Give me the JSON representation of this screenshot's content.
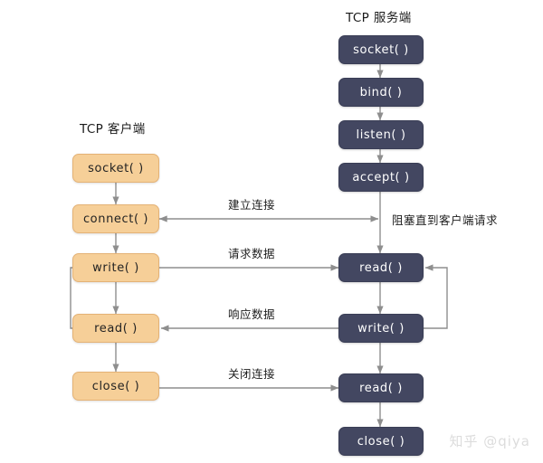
{
  "diagram": {
    "title_client": "TCP 客户端",
    "title_server": "TCP 服务端",
    "watermark": "知乎 @qiya",
    "colors": {
      "server_fill": "#434761",
      "server_border": "#3a3e56",
      "server_text": "#ffffff",
      "client_fill": "#f6cf98",
      "client_border": "#e4b276",
      "client_text": "#232323",
      "arrow": "#8e8e8e",
      "background": "#ffffff",
      "watermark": "#dcdcdc"
    }
  },
  "server": {
    "title": "TCP 服务端",
    "nodes": [
      {
        "id": "s-socket",
        "label": "socket( )"
      },
      {
        "id": "s-bind",
        "label": "bind( )"
      },
      {
        "id": "s-listen",
        "label": "listen( )"
      },
      {
        "id": "s-accept",
        "label": "accept( )"
      },
      {
        "id": "s-read1",
        "label": "read( )"
      },
      {
        "id": "s-write",
        "label": "write( )"
      },
      {
        "id": "s-read2",
        "label": "read( )"
      },
      {
        "id": "s-close",
        "label": "close( )"
      }
    ]
  },
  "client": {
    "title": "TCP 客户端",
    "nodes": [
      {
        "id": "c-socket",
        "label": "socket( )"
      },
      {
        "id": "c-connect",
        "label": "connect( )"
      },
      {
        "id": "c-write",
        "label": "write( )"
      },
      {
        "id": "c-read",
        "label": "read( )"
      },
      {
        "id": "c-close",
        "label": "close( )"
      }
    ]
  },
  "edge_labels": {
    "establish": "建立连接",
    "request": "请求数据",
    "response": "响应数据",
    "close": "关闭连接",
    "blocking": "阻塞直到客户端请求"
  }
}
